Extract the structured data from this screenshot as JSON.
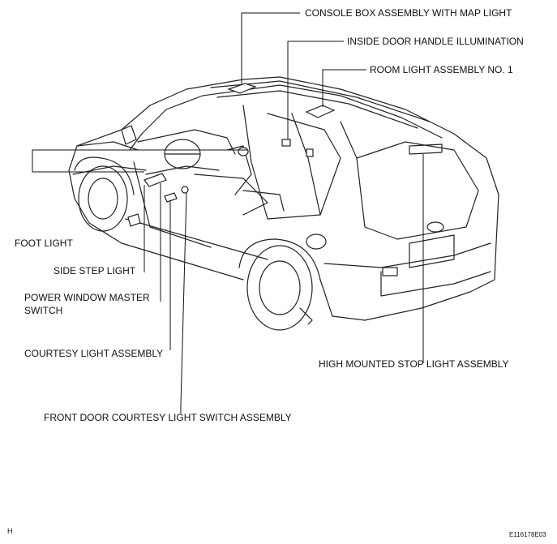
{
  "labels": {
    "console_box": "CONSOLE BOX ASSEMBLY WITH MAP LIGHT",
    "inside_door_handle": "INSIDE DOOR HANDLE ILLUMINATION",
    "room_light": "ROOM LIGHT ASSEMBLY NO. 1",
    "foot_light": "FOOT LIGHT",
    "side_step_light": "SIDE STEP LIGHT",
    "power_window_line1": "POWER WINDOW MASTER",
    "power_window_line2": "SWITCH",
    "courtesy_light": "COURTESY LIGHT ASSEMBLY",
    "high_mounted_stop": "HIGH MOUNTED STOP LIGHT ASSEMBLY",
    "front_door_switch": "FRONT DOOR COURTESY LIGHT SWITCH ASSEMBLY"
  },
  "footer": {
    "letter": "H",
    "code": "E116178E03"
  }
}
